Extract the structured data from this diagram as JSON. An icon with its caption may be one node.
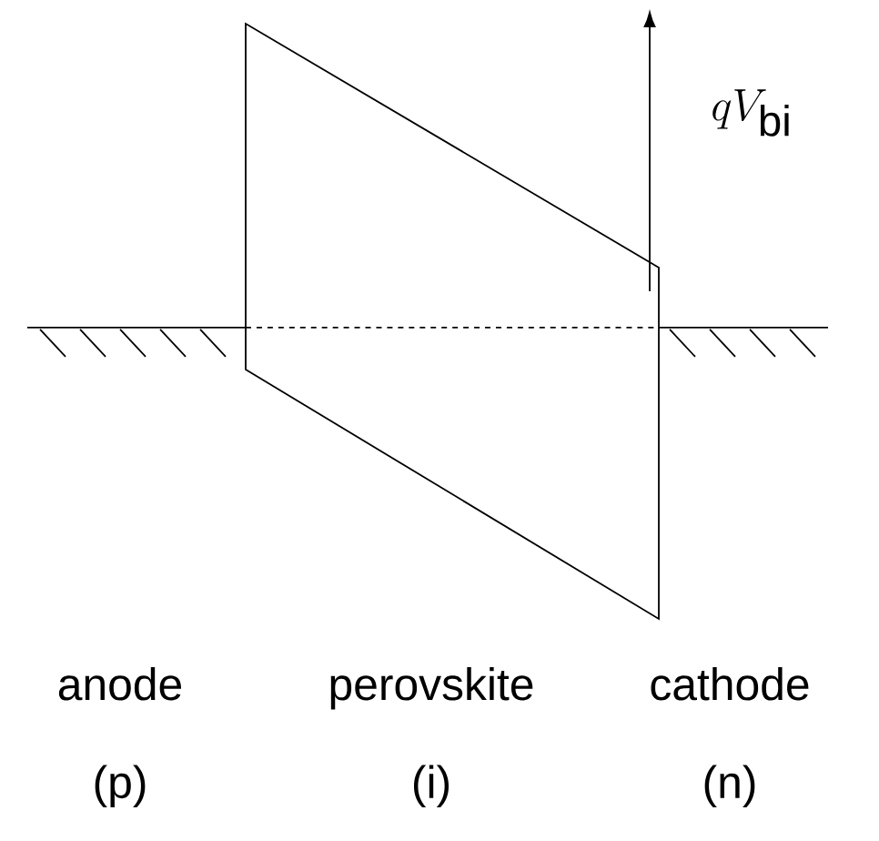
{
  "diagram": {
    "labels": [
      "qV_{\\mathrm{bi}}",
      "anode (p)",
      "perovskite (i)",
      "cathode (n)"
    ]
  }
}
